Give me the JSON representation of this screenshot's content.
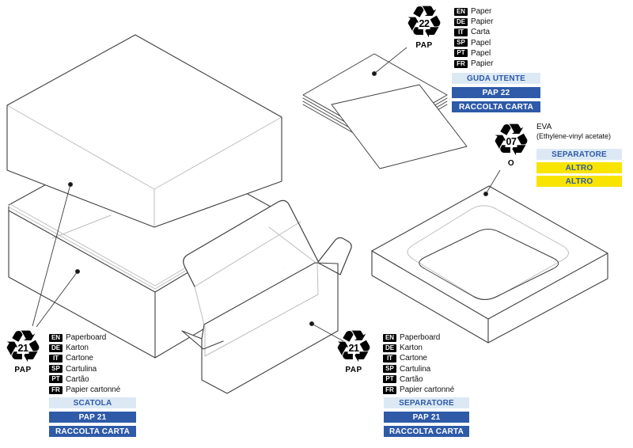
{
  "colors": {
    "dark_blue": "#2e5aa8",
    "light_blue": "#dce9f5",
    "yellow": "#f8e400",
    "line_dark": "#3e3e3e",
    "line_gray": "#bdbdbd"
  },
  "icons": {
    "recycle_glyph": "♻"
  },
  "sections": {
    "guide": {
      "symbol": {
        "code": "22",
        "material": "PAP"
      },
      "languages": [
        {
          "tag": "EN",
          "text": "Paper"
        },
        {
          "tag": "DE",
          "text": "Papier"
        },
        {
          "tag": "IT",
          "text": "Carta"
        },
        {
          "tag": "SP",
          "text": "Papel"
        },
        {
          "tag": "PT",
          "text": "Papel"
        },
        {
          "tag": "FR",
          "text": "Papier"
        }
      ],
      "bars": [
        {
          "label": "GUDA UTENTE",
          "style": "light"
        },
        {
          "label": "PAP 22",
          "style": "dark"
        },
        {
          "label": "RACCOLTA CARTA",
          "style": "dark"
        }
      ]
    },
    "box": {
      "symbol": {
        "code": "21",
        "material": "PAP"
      },
      "languages": [
        {
          "tag": "EN",
          "text": "Paperboard"
        },
        {
          "tag": "DE",
          "text": "Karton"
        },
        {
          "tag": "IT",
          "text": "Cartone"
        },
        {
          "tag": "SP",
          "text": "Cartulina"
        },
        {
          "tag": "PT",
          "text": "Cartão"
        },
        {
          "tag": "FR",
          "text": "Papier cartonné"
        }
      ],
      "bars": [
        {
          "label": "SCATOLA",
          "style": "light"
        },
        {
          "label": "PAP 21",
          "style": "dark"
        },
        {
          "label": "RACCOLTA CARTA",
          "style": "dark"
        }
      ]
    },
    "separator": {
      "symbol": {
        "code": "21",
        "material": "PAP"
      },
      "languages": [
        {
          "tag": "EN",
          "text": "Paperboard"
        },
        {
          "tag": "DE",
          "text": "Karton"
        },
        {
          "tag": "IT",
          "text": "Cartone"
        },
        {
          "tag": "SP",
          "text": "Cartulina"
        },
        {
          "tag": "PT",
          "text": "Cartão"
        },
        {
          "tag": "FR",
          "text": "Papier cartonné"
        }
      ],
      "bars": [
        {
          "label": "SEPARATORE",
          "style": "light"
        },
        {
          "label": "PAP 21",
          "style": "dark"
        },
        {
          "label": "RACCOLTA CARTA",
          "style": "dark"
        }
      ]
    },
    "eva": {
      "symbol": {
        "code": "07",
        "material": "O"
      },
      "title": "EVA",
      "subtitle": "(Ethylene-vinyl acetate)",
      "bars": [
        {
          "label": "SEPARATORE",
          "style": "light"
        },
        {
          "label": "ALTRO",
          "style": "yellow"
        },
        {
          "label": "ALTRO",
          "style": "yellow"
        }
      ]
    }
  }
}
